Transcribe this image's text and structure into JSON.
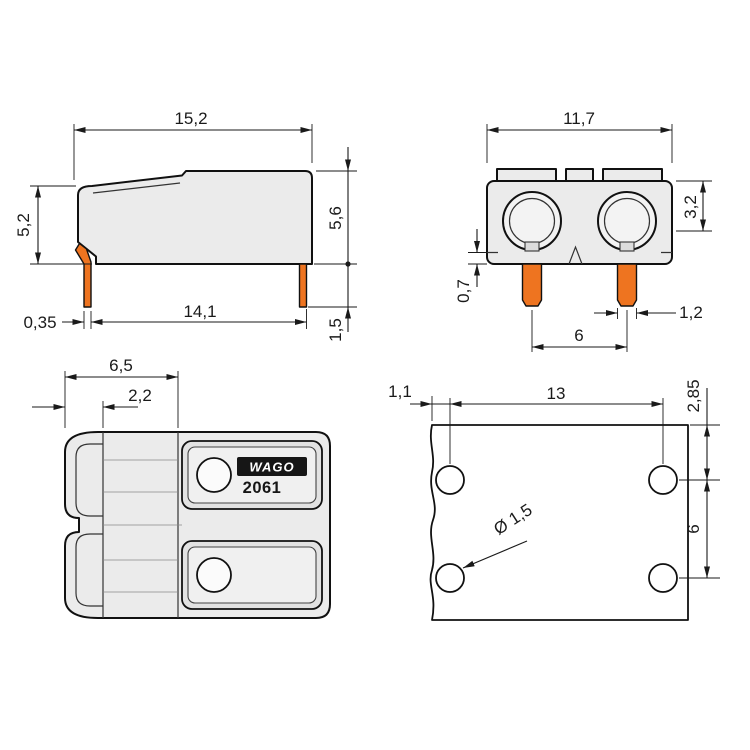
{
  "drawing": {
    "accent_color": "#ee7420",
    "line_color": "#111111",
    "views": {
      "side": {
        "dims": {
          "overall_width": "15,2",
          "height_left": "5,2",
          "height_right": "5,6",
          "pin_thickness": "0,35",
          "pin_span": "14,1",
          "pin_protrusion": "1,5"
        }
      },
      "front": {
        "dims": {
          "overall_width": "11,7",
          "collar_height": "3,2",
          "foot_height": "0,7",
          "pin_width": "1,2",
          "pin_pitch": "6"
        }
      },
      "top": {
        "brand": "WAGO",
        "model": "2061",
        "dims": {
          "depth_front": "6,5",
          "depth_entry": "2,2"
        }
      },
      "footprint": {
        "dims": {
          "edge_to_hole": "1,1",
          "hole_pitch_horizontal": "13",
          "edge_to_hole_vertical": "2,85",
          "hole_pitch_vertical": "6",
          "hole_diameter": "Ø 1,5"
        }
      }
    }
  }
}
